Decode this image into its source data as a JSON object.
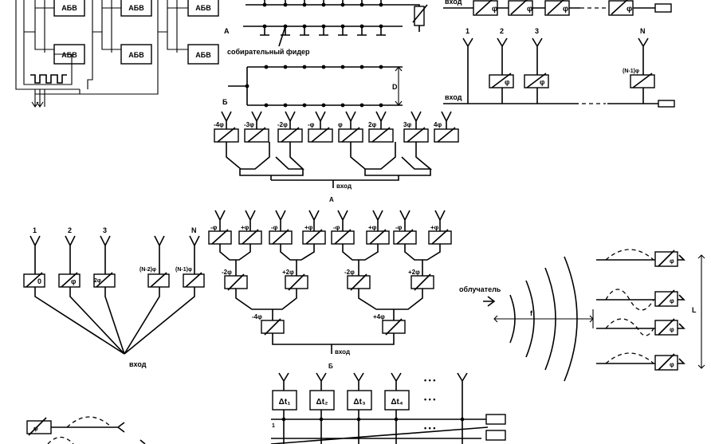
{
  "labels": {
    "abv": "АБВ",
    "vhod": "вход",
    "feeder": "собирательный фидер",
    "a": "А",
    "b": "Б",
    "d": "D",
    "f": "f",
    "L": "L",
    "obluchatel": "облучатель",
    "n1": "1",
    "n2": "2",
    "n3": "3",
    "nN": "N",
    "phi": "φ",
    "n_minus1_phi": "(N-1)φ",
    "n_minus2_phi": "(N-2)φ",
    "zero": "0",
    "two_phi": "2φ",
    "dots": "• • •"
  },
  "tree_top_phases": [
    "-4φ",
    "-3φ",
    "-2φ",
    "-φ",
    "φ",
    "2φ",
    "3φ",
    "4φ"
  ],
  "tree_bottom_level1": [
    "-φ",
    "+φ",
    "-φ",
    "+φ",
    "-φ",
    "+φ",
    "-φ",
    "+φ"
  ],
  "tree_bottom_level2": [
    "-2φ",
    "+2φ",
    "-2φ",
    "+2φ"
  ],
  "tree_bottom_level3": [
    "-4φ",
    "+4φ"
  ],
  "delay_boxes": [
    "Δt₁",
    "Δt₂",
    "Δt₃",
    "Δt₄"
  ],
  "feed_phase_label": "φ",
  "row_number": "1"
}
